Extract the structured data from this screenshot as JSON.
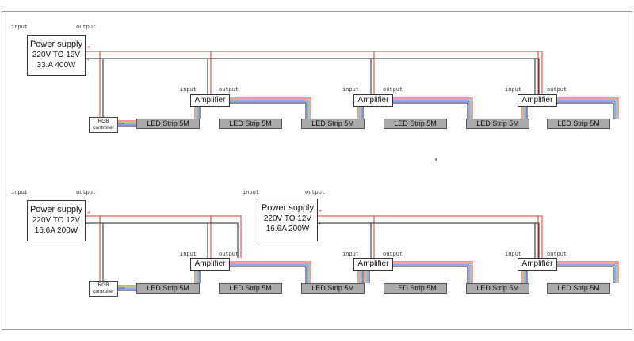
{
  "labels": {
    "input": "input",
    "output": "output"
  },
  "power_supply": {
    "title": "Power supply",
    "voltage": "220V TO 12V",
    "spec_large": "33.A 400W",
    "spec_small": "16.6A 200W",
    "plus": "+",
    "minus": "-"
  },
  "amplifier": {
    "label": "Amplifier"
  },
  "led_strip": {
    "label": "LED Strip 5M"
  },
  "rgb_controller": {
    "line1": "RGB",
    "line2": "controller"
  },
  "colors": {
    "positive_wire": "#e8302f",
    "negative_wire": "#222222",
    "signal_red": "#ff3030",
    "signal_green": "#22aa33",
    "signal_blue": "#3344ff",
    "strip_fill": "#a9a9a9"
  }
}
